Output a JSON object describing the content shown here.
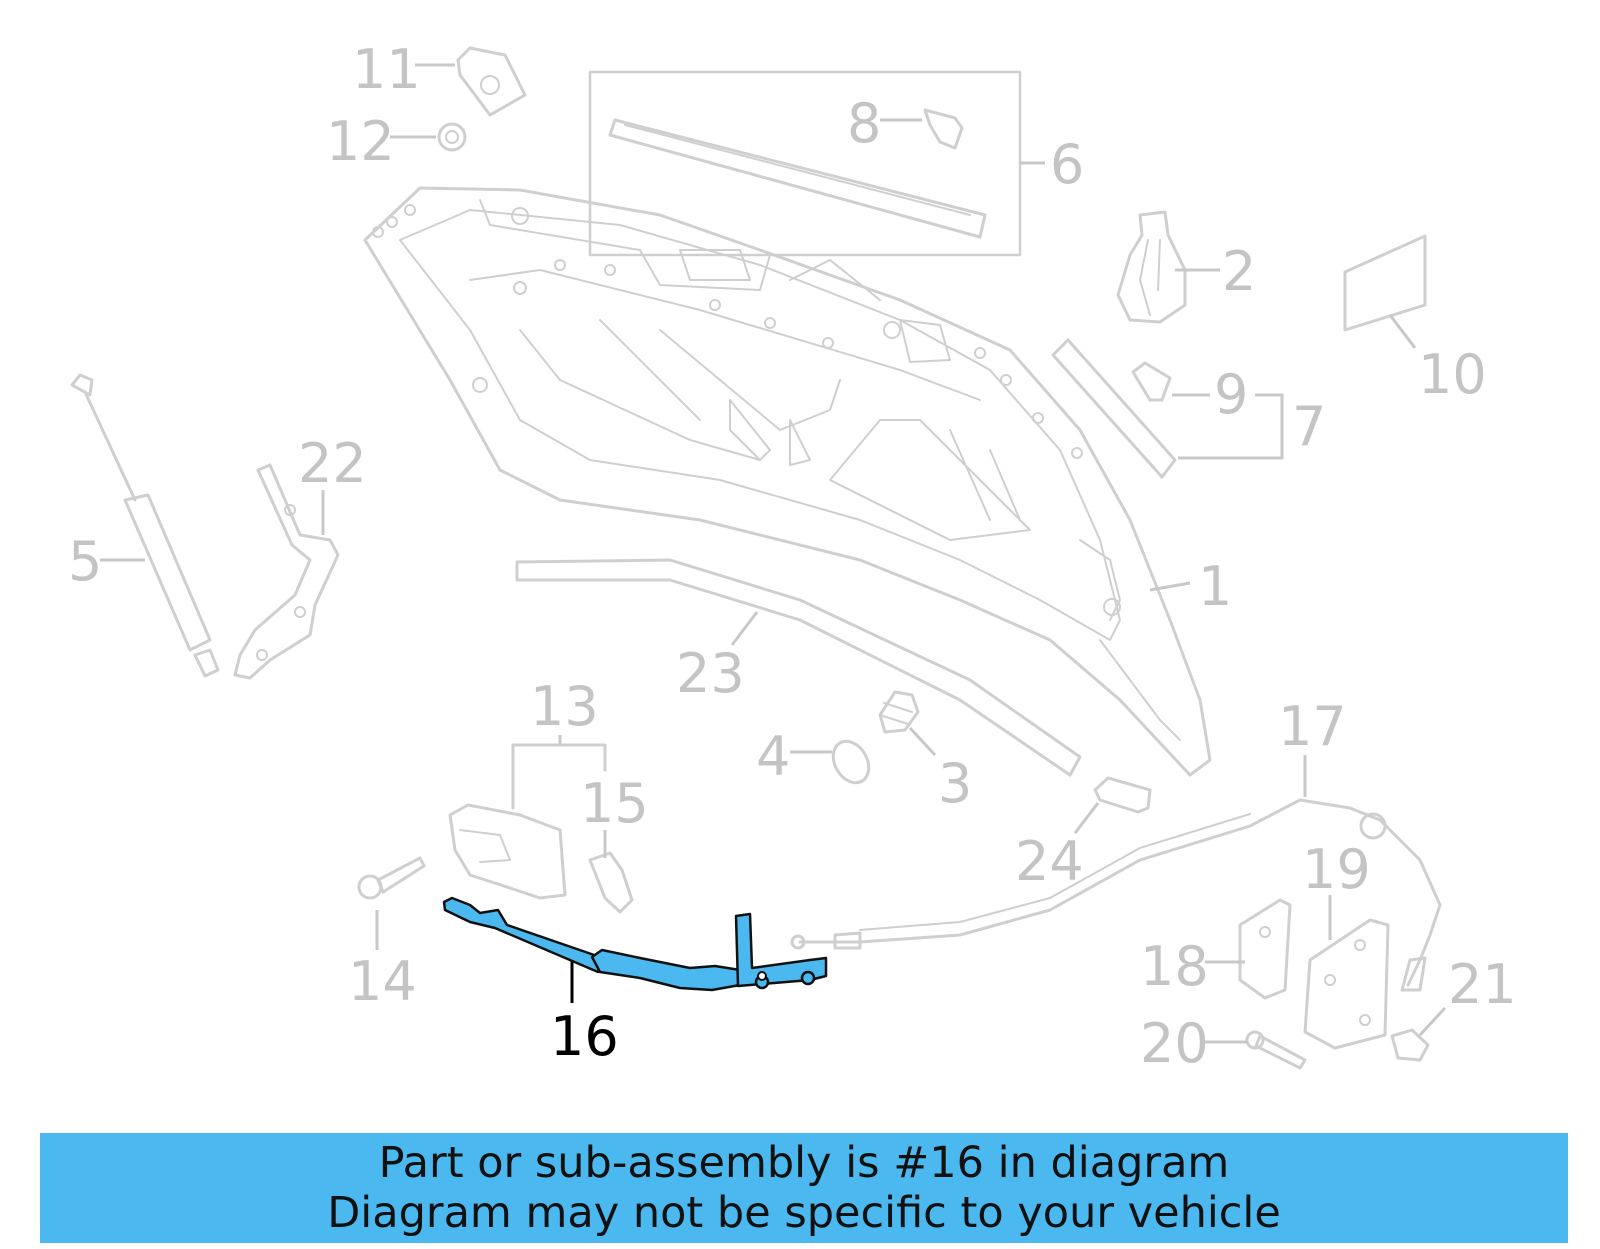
{
  "callouts": {
    "c1": "1",
    "c2": "2",
    "c3": "3",
    "c4": "4",
    "c5": "5",
    "c6": "6",
    "c7": "7",
    "c8": "8",
    "c9": "9",
    "c10": "10",
    "c11": "11",
    "c12": "12",
    "c13": "13",
    "c14": "14",
    "c15": "15",
    "c16": "16",
    "c17": "17",
    "c18": "18",
    "c19": "19",
    "c20": "20",
    "c21": "21",
    "c22": "22",
    "c23": "23",
    "c24": "24"
  },
  "highlighted_part": "16",
  "highlight_color": "#4cb8f0",
  "banner": {
    "line1": "Part or sub-assembly is #16 in diagram",
    "line2": "Diagram may not be specific to your vehicle",
    "background": "#4cb8f0"
  }
}
